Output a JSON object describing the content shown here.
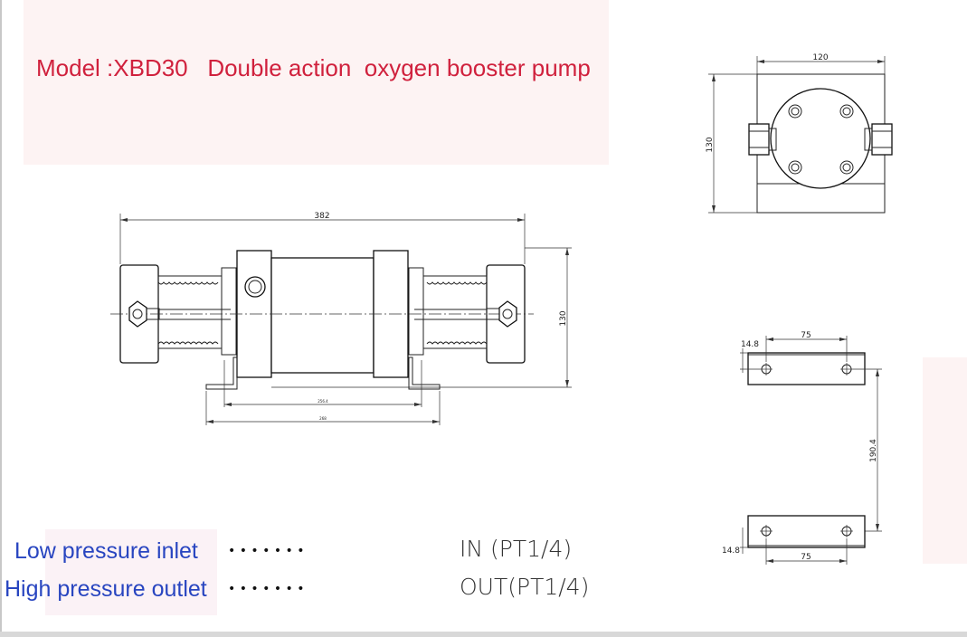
{
  "title": "Model :XBD30   Double action  oxygen booster pump",
  "front_view": {
    "dim_length": "382",
    "dim_height": "130",
    "dim_inner": "256.4",
    "dim_outer": "268"
  },
  "side_view": {
    "dim_width": "120",
    "dim_height": "130"
  },
  "mount_view": {
    "dim_hole_spacing_top": "75",
    "dim_edge_top": "14.8",
    "dim_bracket_spacing": "190.4",
    "dim_hole_spacing_bottom": "75",
    "dim_edge_bottom": "14.8"
  },
  "ports": [
    {
      "label": "Low pressure inlet",
      "spec": "IN (PT1/4)"
    },
    {
      "label": "High pressure outlet",
      "spec": "OUT(PT1/4)"
    }
  ],
  "dots": "•    •    •    •    •    •    •"
}
